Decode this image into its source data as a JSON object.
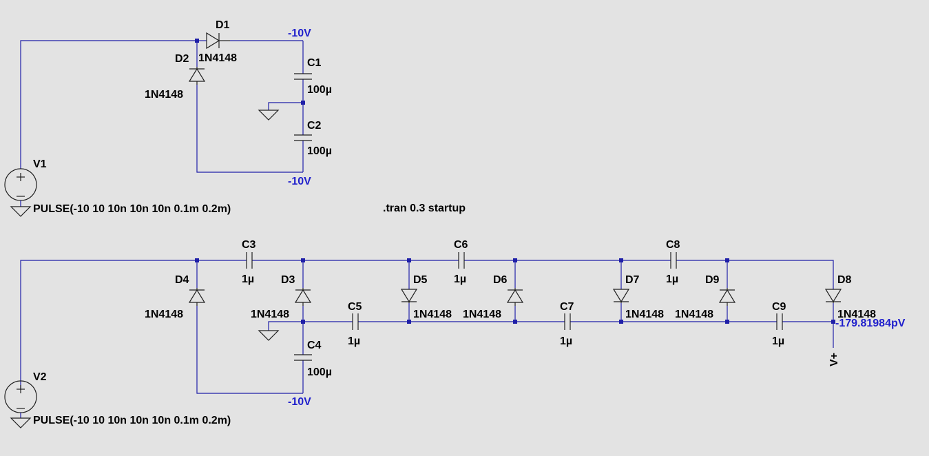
{
  "colors": {
    "background": "#e3e3e3",
    "wire": "#1f1fa8",
    "component": "#1f1f1f",
    "label": "#000000",
    "net_label": "#1f1fcc"
  },
  "directive": ".tran 0.3 startup",
  "sources": [
    {
      "name": "V1",
      "value": "PULSE(-10 10 10n 10n 10n 0.1m 0.2m)"
    },
    {
      "name": "V2",
      "value": "PULSE(-10 10 10n 10n 10n 0.1m 0.2m)"
    }
  ],
  "top_circuit": {
    "D1": {
      "name": "D1",
      "value": "1N4148"
    },
    "D2": {
      "name": "D2",
      "value": "1N4148"
    },
    "C1": {
      "name": "C1",
      "value": "100µ"
    },
    "C2": {
      "name": "C2",
      "value": "100µ"
    },
    "net_top": "-10V",
    "net_bottom": "-10V"
  },
  "bottom_circuit": {
    "D3": {
      "name": "D3",
      "value": "1N4148"
    },
    "D4": {
      "name": "D4",
      "value": "1N4148"
    },
    "D5": {
      "name": "D5",
      "value": "1N4148"
    },
    "D6": {
      "name": "D6",
      "value": "1N4148"
    },
    "D7": {
      "name": "D7",
      "value": "1N4148"
    },
    "D8": {
      "name": "D8",
      "value": "1N4148"
    },
    "D9": {
      "name": "D9",
      "value": "1N4148"
    },
    "C3": {
      "name": "C3",
      "value": "1µ"
    },
    "C4": {
      "name": "C4",
      "value": "100µ"
    },
    "C5": {
      "name": "C5",
      "value": "1µ"
    },
    "C6": {
      "name": "C6",
      "value": "1µ"
    },
    "C7": {
      "name": "C7",
      "value": "1µ"
    },
    "C8": {
      "name": "C8",
      "value": "1µ"
    },
    "C9": {
      "name": "C9",
      "value": "1µ"
    },
    "net_bottom": "-10V",
    "output_voltage": "-179.81984pV",
    "output_label": "V+"
  }
}
